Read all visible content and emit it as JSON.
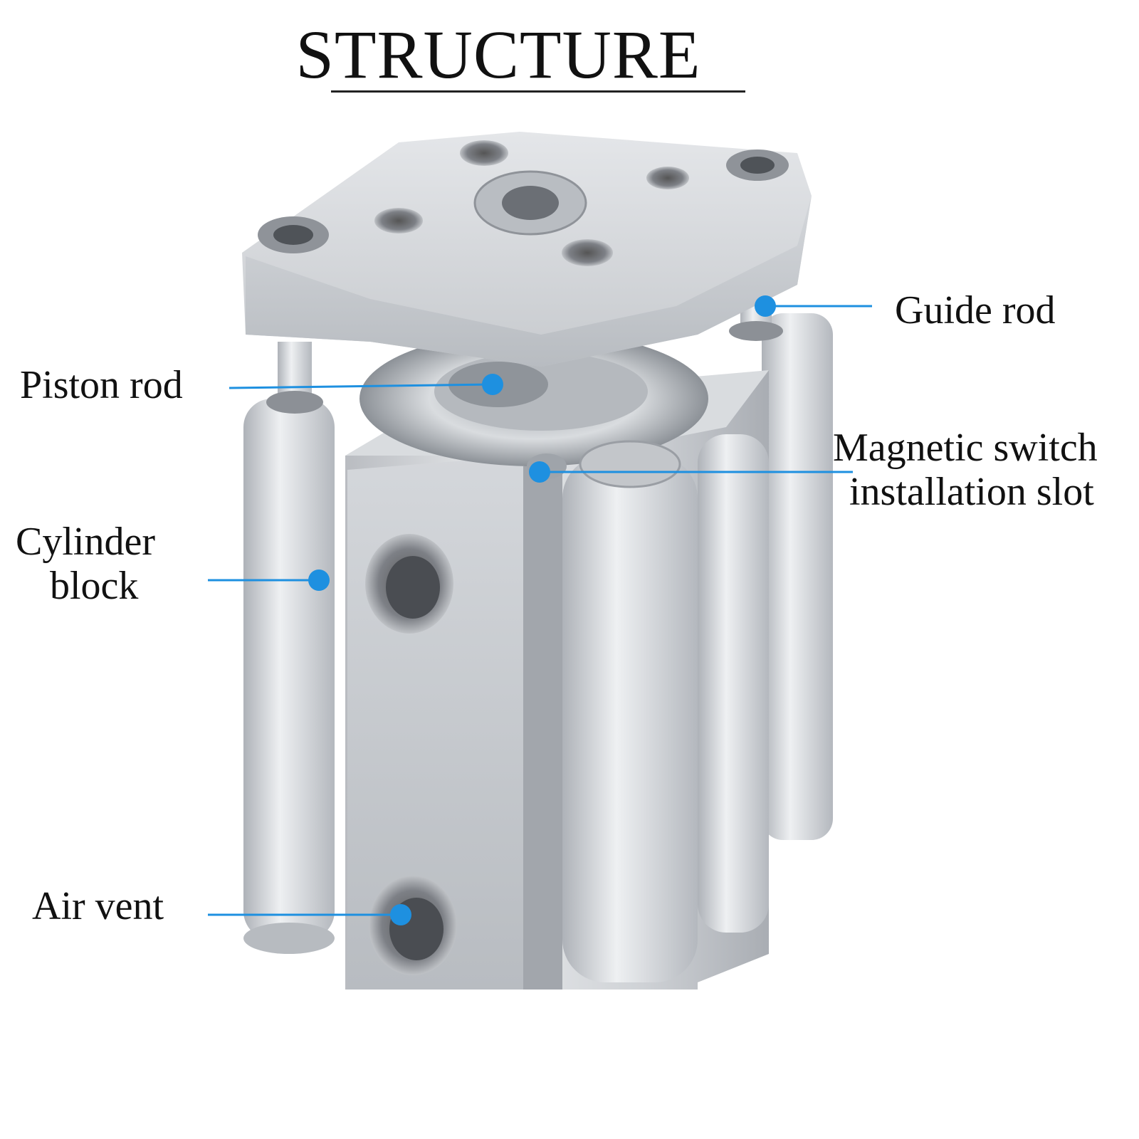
{
  "title": "STRUCTURE",
  "colors": {
    "accent": "#1e90e0",
    "metal": "#c9ccd0",
    "text": "#111111"
  },
  "labels": {
    "guide_rod": "Guide rod",
    "piston_rod": "Piston rod",
    "magnetic_switch_line1": "Magnetic switch",
    "magnetic_switch_line2": "installation slot",
    "cylinder_block_line1": "Cylinder",
    "cylinder_block_line2": "block",
    "air_vent": "Air vent"
  }
}
